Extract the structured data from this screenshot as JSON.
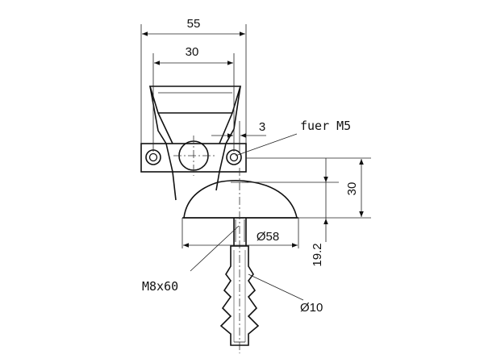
{
  "dimensions": {
    "overall_width": "55",
    "inner_width": "30",
    "offset": "3",
    "screw_label": "fuer M5",
    "height": "30",
    "dome_diameter": "Ø58",
    "pin_length": "19.2",
    "bolt_label": "M8x60",
    "dowel_diameter": "Ø10"
  }
}
